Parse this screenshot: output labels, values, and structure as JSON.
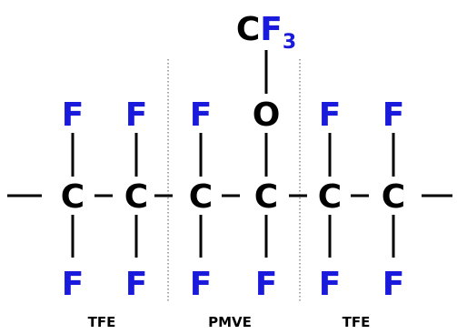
{
  "colors": {
    "carbon": "#000000",
    "fluorine": "#1a1adc",
    "oxygen": "#000000",
    "bond": "#000000",
    "label": "#000000"
  },
  "atoms": {
    "carbon": "C",
    "fluorine": "F",
    "oxygen": "O"
  },
  "side_group": {
    "c": "C",
    "f": "F",
    "subscript": "3",
    "linker": "O"
  },
  "segments": [
    {
      "label": "TFE"
    },
    {
      "label": "PMVE"
    },
    {
      "label": "TFE"
    }
  ]
}
